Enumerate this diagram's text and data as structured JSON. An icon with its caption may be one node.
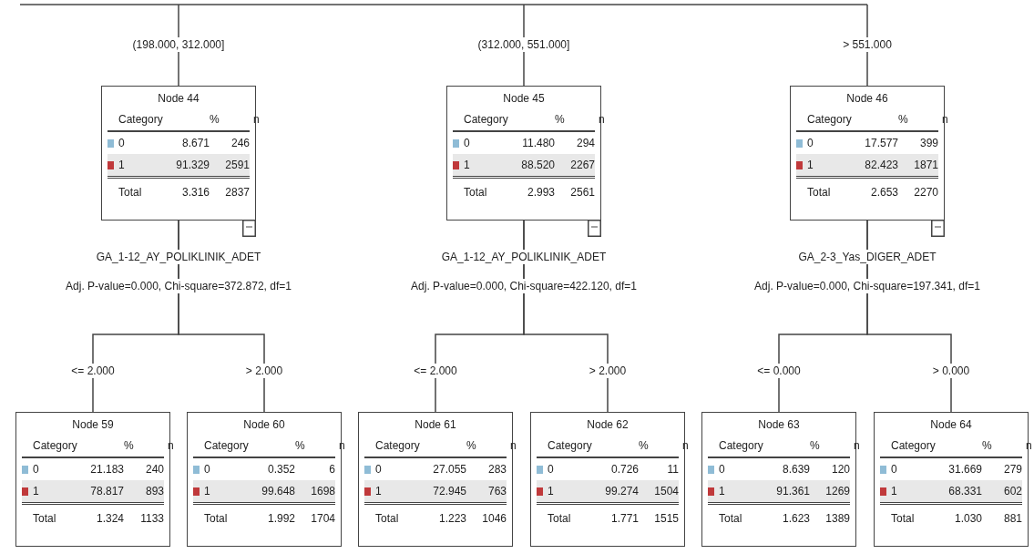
{
  "diagram": {
    "nodes": [
      {
        "text": [
          "Node 44",
          "Category",
          "%",
          "n",
          "0",
          "8.671",
          "246",
          "1",
          "91.329",
          "2591",
          "Total",
          "3.316",
          "2837"
        ],
        "beside": [
          "GA_1-12_AY_POLIKLINIK_ADET",
          "Adj. P-value=0.000, Chi-square=372.872, df=1"
        ]
      },
      {
        "text": [
          "Node 45",
          "Category",
          "%",
          "n",
          "0",
          "11.480",
          "294",
          "1",
          "88.520",
          "2267",
          "Total",
          "2.993",
          "2561"
        ],
        "beside": [
          "GA_1-12_AY_POLIKLINIK_ADET",
          "Adj. P-value=0.000, Chi-square=422.120, df=1"
        ]
      },
      {
        "text": [
          "Node 46",
          "Category",
          "%",
          "n",
          "0",
          "17.577",
          "399",
          "1",
          "82.423",
          "1871",
          "Total",
          "2.653",
          "2270"
        ],
        "beside": [
          "GA_2-3_Yas_DIGER_ADET",
          "Adj. P-value=0.000, Chi-square=197.341, df=1"
        ]
      },
      {
        "text": [
          "Node 59",
          "Category",
          "%",
          "n",
          "0",
          "21.183",
          "240",
          "1",
          "78.817",
          "893",
          "Total",
          "1.324",
          "1133"
        ]
      },
      {
        "text": [
          "Node 60",
          "Category",
          "%",
          "n",
          "0",
          "0.352",
          "6",
          "1",
          "99.648",
          "1698",
          "Total",
          "1.992",
          "1704"
        ]
      },
      {
        "text": [
          "Node 61",
          "Category",
          "%",
          "n",
          "0",
          "27.055",
          "283",
          "1",
          "72.945",
          "763",
          "Total",
          "1.223",
          "1046"
        ]
      },
      {
        "text": [
          "Node 62",
          "Category",
          "%",
          "n",
          "0",
          "0.726",
          "11",
          "1",
          "99.274",
          "1504",
          "Total",
          "1.771",
          "1515"
        ]
      },
      {
        "text": [
          "Node 63",
          "Category",
          "%",
          "n",
          "0",
          "8.639",
          "120",
          "1",
          "91.361",
          "1269",
          "Total",
          "1.623",
          "1389"
        ]
      },
      {
        "text": [
          "Node 64",
          "Category",
          "%",
          "n",
          "0",
          "31.669",
          "279",
          "1",
          "68.331",
          "602",
          "Total",
          "1.030",
          "881"
        ]
      }
    ],
    "edges": [
      {
        "from": null,
        "to": 0,
        "arrow": "none",
        "label": "(198.000, 312.000]"
      },
      {
        "from": null,
        "to": 1,
        "arrow": "none",
        "label": "(312.000, 551.000]"
      },
      {
        "from": null,
        "to": 2,
        "arrow": "none",
        "label": "> 551.000"
      },
      {
        "from": 0,
        "to": 3,
        "arrow": "none",
        "label": "<= 2.000"
      },
      {
        "from": 0,
        "to": 4,
        "arrow": "none",
        "label": "> 2.000"
      },
      {
        "from": 1,
        "to": 5,
        "arrow": "none",
        "label": "<= 2.000"
      },
      {
        "from": 1,
        "to": 6,
        "arrow": "none",
        "label": "> 2.000"
      },
      {
        "from": 2,
        "to": 7,
        "arrow": "none",
        "label": "<= 0.000"
      },
      {
        "from": 2,
        "to": 8,
        "arrow": "none",
        "label": "> 0.000"
      }
    ]
  }
}
